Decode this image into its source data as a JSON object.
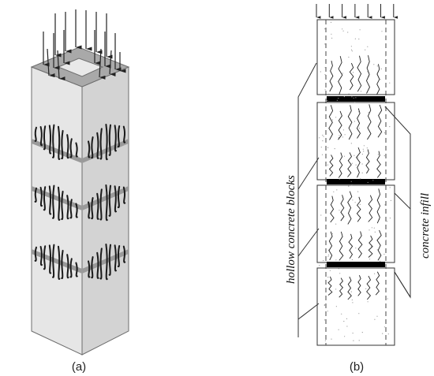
{
  "panels": {
    "a": {
      "caption": "(a)"
    },
    "b": {
      "caption": "(b)",
      "label_blocks": "hollow concrete blocks",
      "label_infill": "concrete infill"
    }
  },
  "colors": {
    "face_light": "#e6e6e6",
    "face_dark": "#d2d2d2",
    "top_cap": "#a9a9a9",
    "joint": "#9a9a9a",
    "crack": "#1a1a1a",
    "mortar_bed": "#000000",
    "outline": "#6e6e6e"
  }
}
